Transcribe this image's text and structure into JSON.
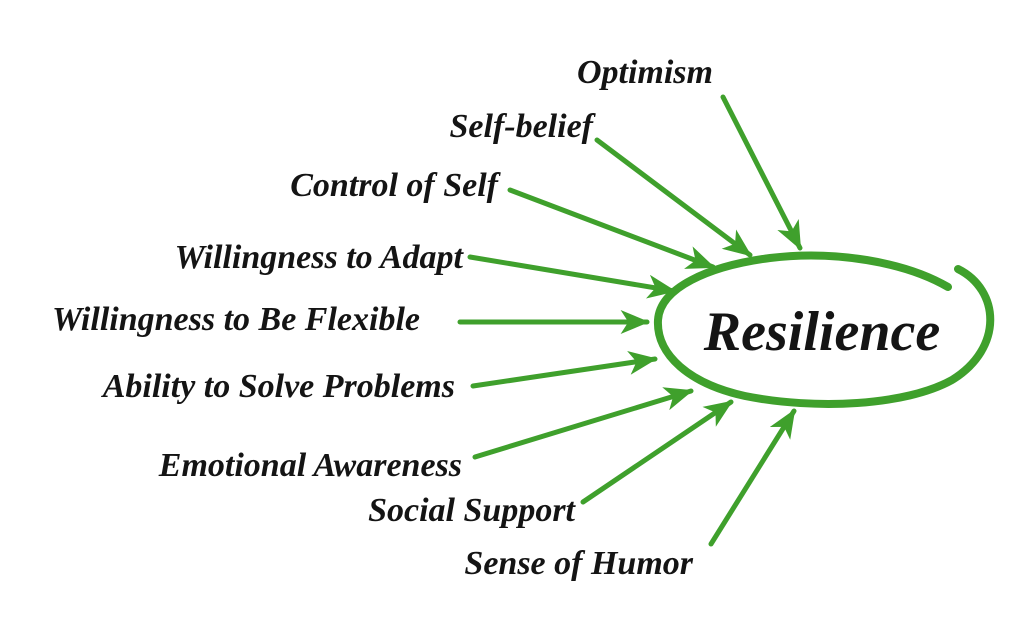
{
  "diagram": {
    "title": "Resilience",
    "factors": [
      {
        "label": "Optimism"
      },
      {
        "label": "Self-belief"
      },
      {
        "label": "Control of Self"
      },
      {
        "label": "Willingness to Adapt"
      },
      {
        "label": "Willingness to Be Flexible"
      },
      {
        "label": "Ability to Solve Problems"
      },
      {
        "label": "Emotional Awareness"
      },
      {
        "label": "Social Support"
      },
      {
        "label": "Sense of Humor"
      }
    ]
  },
  "colors": {
    "arrow_green": "#3FA02C",
    "text_black": "#141414",
    "background": "#ffffff"
  }
}
